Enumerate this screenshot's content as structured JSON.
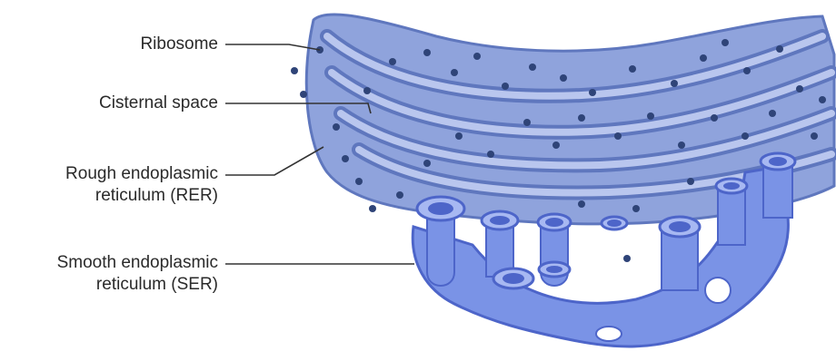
{
  "labels": {
    "ribosome": "Ribosome",
    "cisternal_space": "Cisternal space",
    "rer_line1": "Rough endoplasmic",
    "rer_line2": "reticulum (RER)",
    "ser_line1": "Smooth endoplasmic",
    "ser_line2": "reticulum (SER)"
  },
  "colors": {
    "rer_outer": "#8fa3dc",
    "rer_dark": "#5f77be",
    "rer_light": "#b9c6ee",
    "ser_main": "#7a93e6",
    "ser_light": "#a7b8f2",
    "ser_dark": "#4d65c9",
    "ribosome": "#2f4478",
    "leader_line": "#333333"
  }
}
